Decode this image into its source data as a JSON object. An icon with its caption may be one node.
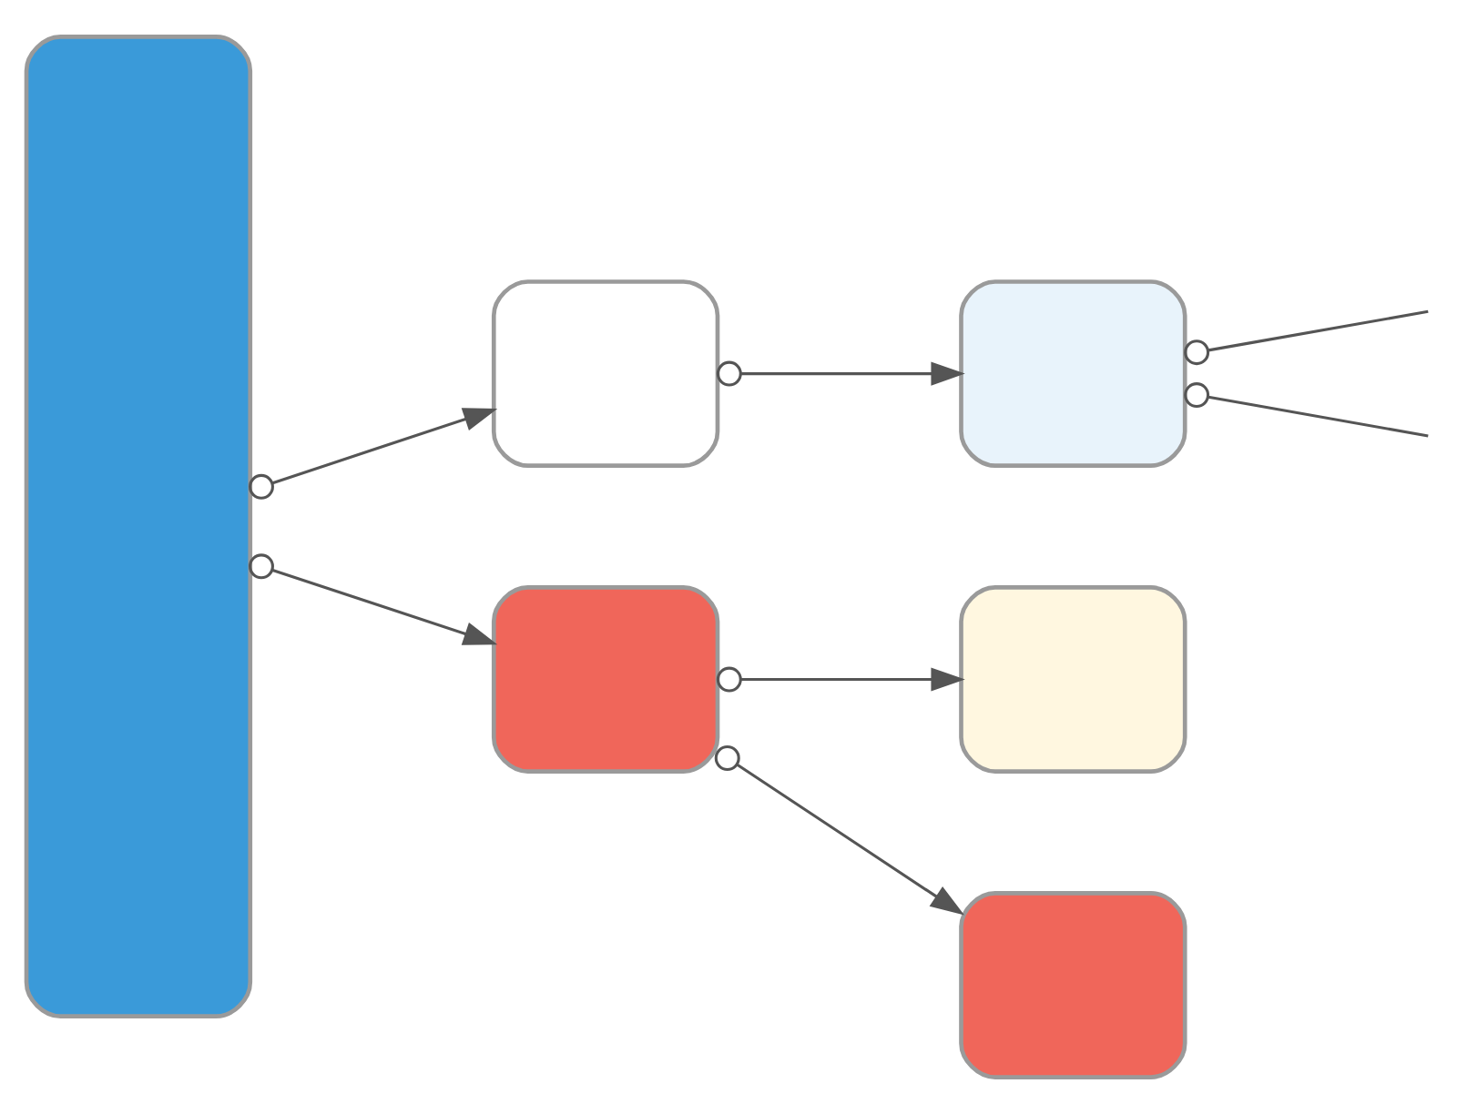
{
  "diagram": {
    "nodes": [
      {
        "text": [],
        "shape": "box"
      },
      {
        "text": [],
        "shape": "box"
      },
      {
        "text": [],
        "shape": "box"
      },
      {
        "text": [],
        "shape": "box"
      },
      {
        "text": [],
        "shape": "box"
      },
      {
        "text": [],
        "shape": "box"
      }
    ],
    "edges": [
      {
        "from": 0,
        "to": 1,
        "arrow": "to"
      },
      {
        "from": 1,
        "to": 2,
        "arrow": "to"
      },
      {
        "from": 2,
        "to": null,
        "arrow": "other"
      },
      {
        "from": 2,
        "to": null,
        "arrow": "other"
      },
      {
        "from": 0,
        "to": 3,
        "arrow": "to"
      },
      {
        "from": 3,
        "to": 4,
        "arrow": "to"
      },
      {
        "from": 3,
        "to": 5,
        "arrow": "to"
      }
    ]
  }
}
